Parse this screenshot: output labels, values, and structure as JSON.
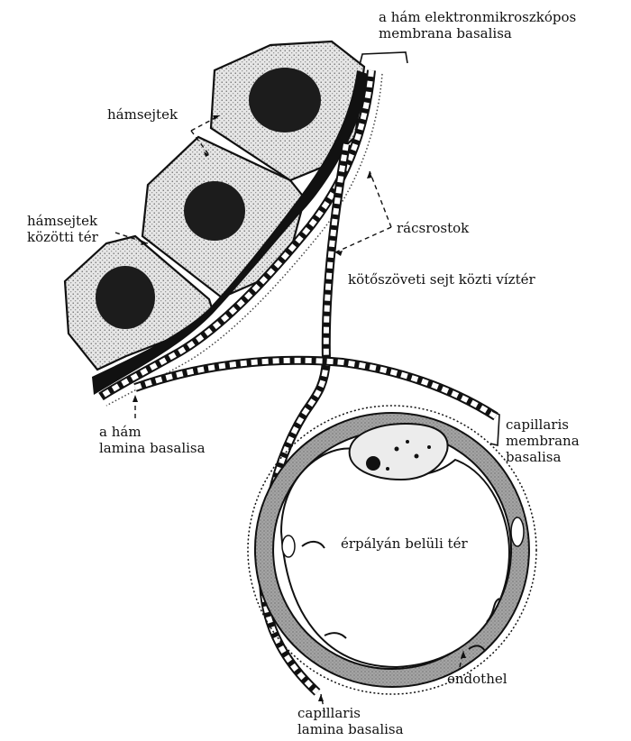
{
  "labels": {
    "ham_em_membrana": [
      "a hám elektronmikroszkópos",
      "membrana basalisa"
    ],
    "hamsejtek": "hámsejtek",
    "hamsejtek_kozotti_ter": [
      "hámsejtek",
      "közötti tér"
    ],
    "racsrostok": "rácsrostok",
    "kotoszoveti_ter": "kötőszöveti sejt közti víztér",
    "ham_lamina": [
      "a hám",
      "lamina basalisa"
    ],
    "capillaris_membrana": [
      "capillaris",
      "membrana",
      "basalisa"
    ],
    "erpalyan_beluli_ter": "érpályán belüli tér",
    "endothel": "endothel",
    "capillaris_lamina": [
      "capillaris",
      "lamina basalisa"
    ]
  },
  "colors": {
    "ink": "#111111",
    "cell_fill": "#dcdcdc",
    "wall_fill": "#a8a8a8",
    "paper": "#ffffff"
  }
}
